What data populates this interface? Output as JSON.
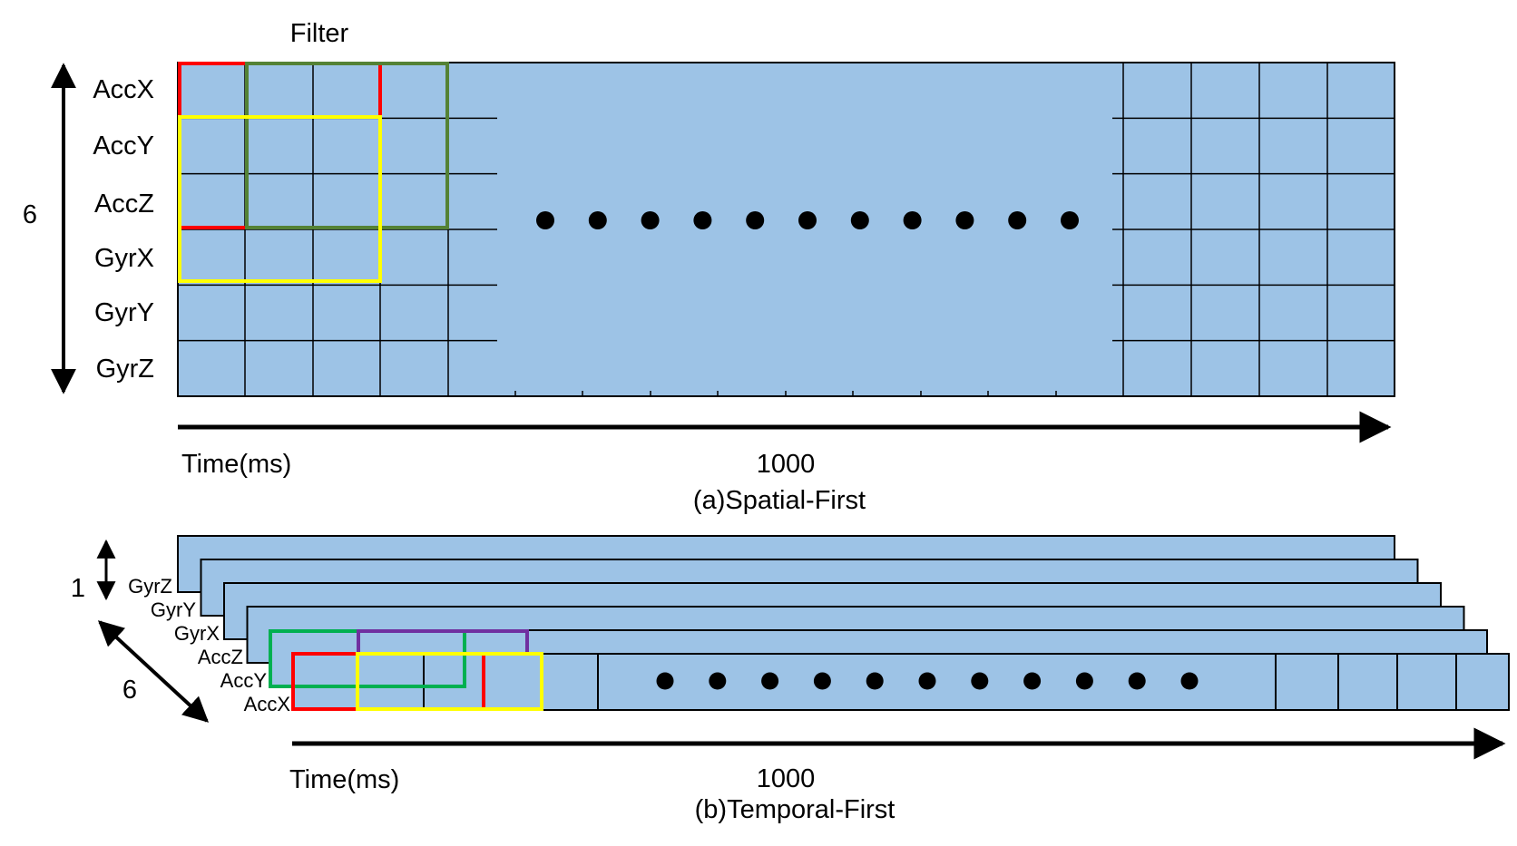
{
  "colors": {
    "cell_fill": "#9dc3e6",
    "grid_line": "#000000",
    "filter_red": "#ff0000",
    "filter_dark_green": "#548235",
    "filter_yellow": "#ffff00",
    "filter_green": "#00b050",
    "filter_purple": "#7030a0",
    "dot": "#000000"
  },
  "spatial_first": {
    "filter_label": "Filter",
    "channels": [
      "AccX",
      "AccY",
      "AccZ",
      "GyrX",
      "GyrY",
      "GyrZ"
    ],
    "channel_count": "6",
    "time_label": "Time(ms)",
    "length_label": "1000",
    "caption": "(a)Spatial-First",
    "ellipsis_dot_count": 11
  },
  "temporal_first": {
    "channels": [
      "GyrZ",
      "GyrY",
      "GyrX",
      "AccZ",
      "AccY",
      "AccX"
    ],
    "height_label": "1",
    "depth_label": "6",
    "time_label": "Time(ms)",
    "length_label": "1000",
    "caption": "(b)Temporal-First",
    "ellipsis_dot_count": 11
  }
}
